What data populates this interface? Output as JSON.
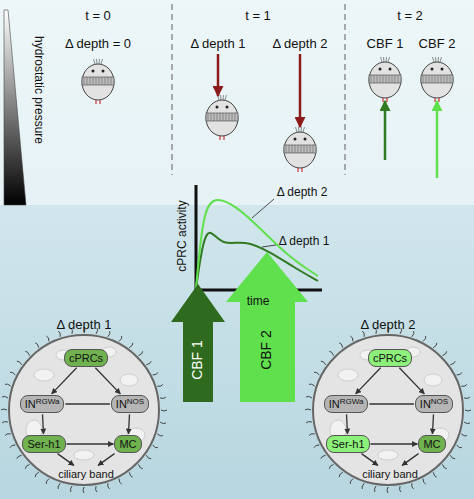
{
  "diagram": {
    "nodes": [
      {
        "text": [
          "Δ depth 1"
        ]
      },
      {
        "text": [
          "cPRCs"
        ],
        "in": 0
      },
      {
        "text": [
          "IN",
          "RGWa"
        ],
        "in": 0
      },
      {
        "text": [
          "IN",
          "NOS"
        ],
        "in": 0
      },
      {
        "text": [
          "Ser-h1"
        ],
        "in": 0
      },
      {
        "text": [
          "MC"
        ],
        "in": 0
      },
      {
        "text": [
          "ciliary band"
        ],
        "in": 0
      },
      {
        "text": [
          "Δ depth 2"
        ]
      },
      {
        "text": [
          "cPRCs"
        ],
        "in": 7
      },
      {
        "text": [
          "IN",
          "RGWa"
        ],
        "in": 7
      },
      {
        "text": [
          "IN",
          "NOS"
        ],
        "in": 7
      },
      {
        "text": [
          "Ser-h1"
        ],
        "in": 7
      },
      {
        "text": [
          "MC"
        ],
        "in": 7
      },
      {
        "text": [
          "ciliary band"
        ],
        "in": 7
      }
    ],
    "edges": [
      {
        "from": 1,
        "to": 2,
        "arrow": "to"
      },
      {
        "from": 1,
        "to": 3,
        "arrow": "to"
      },
      {
        "from": 3,
        "to": 2,
        "arrow": "none"
      },
      {
        "from": 2,
        "to": 4,
        "arrow": "to"
      },
      {
        "from": 3,
        "to": 5,
        "arrow": "to"
      },
      {
        "from": 4,
        "to": 5,
        "arrow": "to"
      },
      {
        "from": 4,
        "to": 6,
        "arrow": "to"
      },
      {
        "from": 5,
        "to": 6,
        "arrow": "to"
      },
      {
        "from": 8,
        "to": 9,
        "arrow": "to"
      },
      {
        "from": 8,
        "to": 10,
        "arrow": "to"
      },
      {
        "from": 10,
        "to": 9,
        "arrow": "none"
      },
      {
        "from": 9,
        "to": 11,
        "arrow": "to"
      },
      {
        "from": 10,
        "to": 12,
        "arrow": "to"
      },
      {
        "from": 11,
        "to": 12,
        "arrow": "to"
      },
      {
        "from": 11,
        "to": 13,
        "arrow": "to"
      },
      {
        "from": 12,
        "to": 13,
        "arrow": "to"
      }
    ],
    "labels": [
      "t = 0",
      "t = 1",
      "t = 2",
      "hydrostatic pressure",
      "Δ depth = 0",
      "Δ depth 1",
      "Δ depth 2",
      "CBF 1",
      "CBF 2",
      "cPRC activity",
      "time",
      "Δ depth 2",
      "Δ depth 1",
      "CBF 1",
      "CBF 2"
    ]
  }
}
